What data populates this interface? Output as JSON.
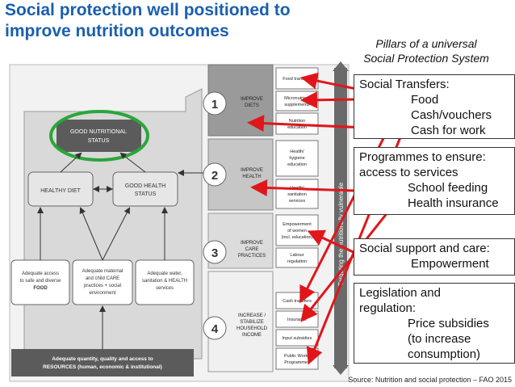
{
  "slide": {
    "title": "Social protection well positioned to improve nutrition outcomes",
    "subtitle_line1": "Pillars of a universal",
    "subtitle_line2": "Social Protection System",
    "source": "Source: Nutrition and social protection – FAO 2015"
  },
  "diagram": {
    "good_status": [
      "GOOD NUTRITIONAL",
      "STATUS"
    ],
    "healthy_diet": "HEALTHY DIET",
    "good_health": [
      "GOOD HEALTH",
      "STATUS"
    ],
    "bottom_boxes": [
      [
        "Adequate access",
        "to safe and diverse",
        "FOOD"
      ],
      [
        "Adequate maternal",
        "and child CARE",
        "practices + social",
        "environment"
      ],
      [
        "Adequate water,",
        "sanitation & HEALTH",
        "services"
      ]
    ],
    "resources": [
      "Adequate quantity, quality and access to",
      "RESOURCES (human, economic & institutional)"
    ],
    "pillars": [
      {
        "num": "1",
        "label": [
          "IMPROVE",
          "DIETS"
        ]
      },
      {
        "num": "2",
        "label": [
          "IMPROVE",
          "HEALTH"
        ]
      },
      {
        "num": "3",
        "label": [
          "IMPROVE",
          "CARE",
          "PRACTICES"
        ]
      },
      {
        "num": "4",
        "label": [
          "INCREASE /",
          "STABILIZE",
          "HOUSEHOLD",
          "INCOME"
        ]
      }
    ],
    "interventions": [
      [
        "Food transfers"
      ],
      [
        "Micronutrient",
        "supplements"
      ],
      [
        "Nutrition",
        "education"
      ],
      [
        "Health/",
        "hygiene",
        "education"
      ],
      [
        "Health/",
        "sanitation",
        "services"
      ],
      [
        "Empowerment",
        "of women",
        "(incl. education)"
      ],
      [
        "Labour",
        "regulation"
      ],
      [
        "Cash transfers"
      ],
      [
        "Insurance"
      ],
      [
        "Input subsidies"
      ],
      [
        "Public Works",
        "Programmes"
      ]
    ],
    "vertical_label": "Targeting the nutritionally vulnerable"
  },
  "callouts": {
    "social_transfers": {
      "heading": "Social Transfers:",
      "items": [
        "Food",
        "Cash/vouchers",
        "Cash for work"
      ]
    },
    "programmes": {
      "heading": "Programmes to ensure:",
      "heading2": "access to services",
      "items": [
        "School feeding",
        "Health insurance"
      ]
    },
    "support": {
      "heading": "Social support and care:",
      "items": [
        "Empowerment"
      ]
    },
    "legislation": {
      "heading": "Legislation and",
      "heading2": "regulation:",
      "items": [
        "Price subsidies",
        "(to increase",
        "consumption)"
      ]
    }
  },
  "colors": {
    "title": "#1b5fae",
    "arrow": "#e0161b",
    "circle": "#2aa63a",
    "dark": "#4a4a4a"
  }
}
